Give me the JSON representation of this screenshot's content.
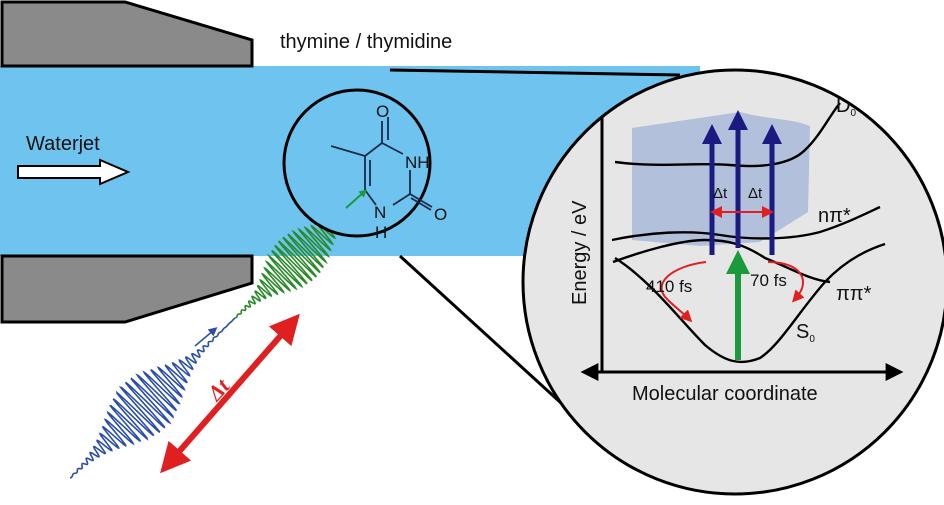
{
  "title": "thymine / thymidine",
  "waterjet_label": "Waterjet",
  "pump_probe_delay_label": "Δt",
  "molecule": {
    "atom_o_top": "O",
    "atom_o_right": "O",
    "atom_nh_upper": "NH",
    "atom_n_lower": "N",
    "atom_h_lower": "H"
  },
  "energy_diagram": {
    "y_axis_label": "Energy / eV",
    "x_axis_label": "Molecular coordinate",
    "state_d0": "D",
    "state_d0_sub": "0",
    "state_npi": "nπ*",
    "state_pipi": "ππ*",
    "state_s0": "S",
    "state_s0_sub": "0",
    "delay_left": "Δt",
    "delay_right": "Δt",
    "time_410": "410 fs",
    "time_70": "70 fs"
  },
  "colors": {
    "water": "#6ec4ee",
    "nozzle": "#8a8a8a",
    "circle_fill": "#e6e6e6",
    "probe_arrow": "#1a1a80",
    "pump_arrow": "#1a9a3a",
    "delay_arrow": "#e02020",
    "pulse_probe": "#2a4ea8",
    "pulse_pump": "#2a8a2a",
    "ionization_band": "#a9b8d8"
  }
}
